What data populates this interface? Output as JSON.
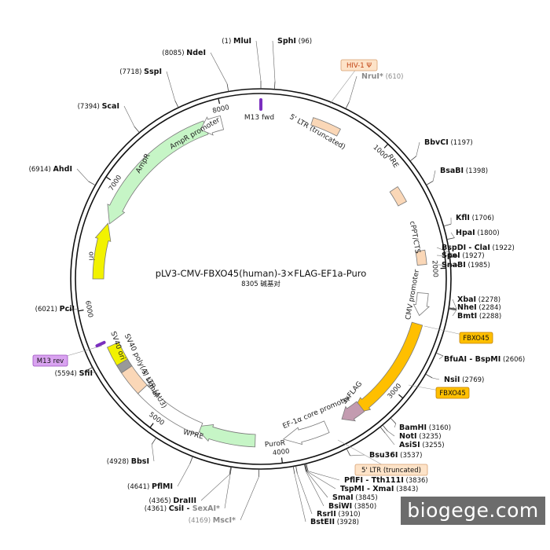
{
  "plasmid": {
    "title": "pLV3-CMV-FBXO45(human)-3×FLAG-EF1a-Puro",
    "subtitle": "8305 碱基对",
    "length": 8305
  },
  "ticks": [
    "1000",
    "2000",
    "3000",
    "4000",
    "5000",
    "6000",
    "7000",
    "8000"
  ],
  "sites": [
    {
      "name": "MluI",
      "pos": "(1)",
      "loc": 1,
      "label_side": "L"
    },
    {
      "name": "SphI",
      "pos": "(96)",
      "loc": 96,
      "label_side": "R"
    },
    {
      "name": "NruI*",
      "pos": "(610)",
      "loc": 610,
      "label_side": "R",
      "grey": true
    },
    {
      "name": "BbvCI",
      "pos": "(1197)",
      "loc": 1197,
      "label_side": "R"
    },
    {
      "name": "BsaBI",
      "pos": "(1398)",
      "loc": 1398,
      "label_side": "R"
    },
    {
      "name": "KflI",
      "pos": "(1706)",
      "loc": 1706,
      "label_side": "R"
    },
    {
      "name": "HpaI",
      "pos": "(1800)",
      "loc": 1800,
      "label_side": "R"
    },
    {
      "name": "BspDI - ClaI",
      "pos": "(1922)",
      "loc": 1922,
      "label_side": "R"
    },
    {
      "name": "SpeI",
      "pos": "(1927)",
      "loc": 1927,
      "label_side": "R"
    },
    {
      "name": "SnaBI",
      "pos": "(1985)",
      "loc": 1985,
      "label_side": "R"
    },
    {
      "name": "XbaI",
      "pos": "(2278)",
      "loc": 2278,
      "label_side": "R"
    },
    {
      "name": "NheI",
      "pos": "(2284)",
      "loc": 2284,
      "label_side": "R"
    },
    {
      "name": "BmtI",
      "pos": "(2288)",
      "loc": 2288,
      "label_side": "R"
    },
    {
      "name": "BfuAI - BspMI",
      "pos": "(2606)",
      "loc": 2606,
      "label_side": "R"
    },
    {
      "name": "NsiI",
      "pos": "(2769)",
      "loc": 2769,
      "label_side": "R"
    },
    {
      "name": "BamHI",
      "pos": "(3160)",
      "loc": 3160,
      "label_side": "R"
    },
    {
      "name": "NotI",
      "pos": "(3235)",
      "loc": 3235,
      "label_side": "R"
    },
    {
      "name": "AsiSI",
      "pos": "(3255)",
      "loc": 3255,
      "label_side": "R"
    },
    {
      "name": "Bsu36I",
      "pos": "(3537)",
      "loc": 3537,
      "label_side": "R"
    },
    {
      "name": "PflFI - Tth111I",
      "pos": "(3836)",
      "loc": 3836,
      "label_side": "R"
    },
    {
      "name": "TspMI - XmaI",
      "pos": "(3843)",
      "loc": 3843,
      "label_side": "R"
    },
    {
      "name": "SmaI",
      "pos": "(3845)",
      "loc": 3845,
      "label_side": "R"
    },
    {
      "name": "BsiWI",
      "pos": "(3850)",
      "loc": 3850,
      "label_side": "R"
    },
    {
      "name": "RsrII",
      "pos": "(3910)",
      "loc": 3910,
      "label_side": "R"
    },
    {
      "name": "BstEII",
      "pos": "(3928)",
      "loc": 3928,
      "label_side": "R"
    },
    {
      "name": "MscI*",
      "pos": "(4169)",
      "loc": 4169,
      "label_side": "L",
      "grey": true
    },
    {
      "name": "CsiI - SexAI*",
      "pos": "(4361)",
      "loc": 4361,
      "label_side": "L",
      "grey_part": "SexAI*"
    },
    {
      "name": "DraIII",
      "pos": "(4365)",
      "loc": 4365,
      "label_side": "L"
    },
    {
      "name": "PflMI",
      "pos": "(4641)",
      "loc": 4641,
      "label_side": "L"
    },
    {
      "name": "BbsI",
      "pos": "(4928)",
      "loc": 4928,
      "label_side": "L"
    },
    {
      "name": "SfiI",
      "pos": "(5594)",
      "loc": 5594,
      "label_side": "L"
    },
    {
      "name": "PciI",
      "pos": "(6021)",
      "loc": 6021,
      "label_side": "L"
    },
    {
      "name": "AhdI",
      "pos": "(6914)",
      "loc": 6914,
      "label_side": "L"
    },
    {
      "name": "ScaI",
      "pos": "(7394)",
      "loc": 7394,
      "label_side": "L"
    },
    {
      "name": "SspI",
      "pos": "(7718)",
      "loc": 7718,
      "label_side": "L"
    },
    {
      "name": "NdeI",
      "pos": "(8085)",
      "loc": 8085,
      "label_side": "L"
    }
  ],
  "features": [
    {
      "label": "M13 fwd",
      "kind": "primer",
      "color": "#7b2fbf"
    },
    {
      "label": "5' LTR (truncated)",
      "kind": "region",
      "color": "#fad7b7"
    },
    {
      "label": "RRE",
      "kind": "region",
      "color": "#fad7b7"
    },
    {
      "label": "cPPT/CTS",
      "kind": "region",
      "color": "#fad7b7"
    },
    {
      "label": "CMV promoter",
      "kind": "promoter",
      "color": "#ffffff"
    },
    {
      "label": "FBXO45",
      "kind": "cds",
      "color": "#ffbf00"
    },
    {
      "label": "3xFLAG",
      "kind": "tag",
      "color": "#c39bb0"
    },
    {
      "label": "EF-1α core promoter",
      "kind": "promoter",
      "color": "#ffffff"
    },
    {
      "label": "PuroR",
      "kind": "cds",
      "color": "#c6f5c6"
    },
    {
      "label": "WPRE",
      "kind": "region",
      "color": "#ffffff"
    },
    {
      "label": "3' LTR (ΔU3)",
      "kind": "region",
      "color": "#fad7b7"
    },
    {
      "label": "SV40 poly(A) signal",
      "kind": "region",
      "color": "#999999"
    },
    {
      "label": "SV40 ori",
      "kind": "region",
      "color": "#f2f200"
    },
    {
      "label": "ori",
      "kind": "origin",
      "color": "#f2f200"
    },
    {
      "label": "AmpR",
      "kind": "cds",
      "color": "#c6f5c6"
    },
    {
      "label": "AmpR promoter",
      "kind": "promoter",
      "color": "#ffffff"
    }
  ],
  "callouts": [
    {
      "text": "HIV-1 Ψ",
      "bg": "#fde3c8",
      "border": "#d8a070",
      "fg": "#c04010"
    },
    {
      "text": "FBXO45",
      "bg": "#ffbf00",
      "border": "#c08000",
      "fg": "#111"
    },
    {
      "text": "FBXO45",
      "bg": "#ffbf00",
      "border": "#c08000",
      "fg": "#111"
    },
    {
      "text": "5' LTR (truncated)",
      "bg": "#fde3c8",
      "border": "#d8a070",
      "fg": "#111"
    },
    {
      "text": "M13 rev",
      "bg": "#d9a3f0",
      "border": "#9a4fc0",
      "fg": "#111"
    }
  ],
  "watermark": "biogege.com"
}
